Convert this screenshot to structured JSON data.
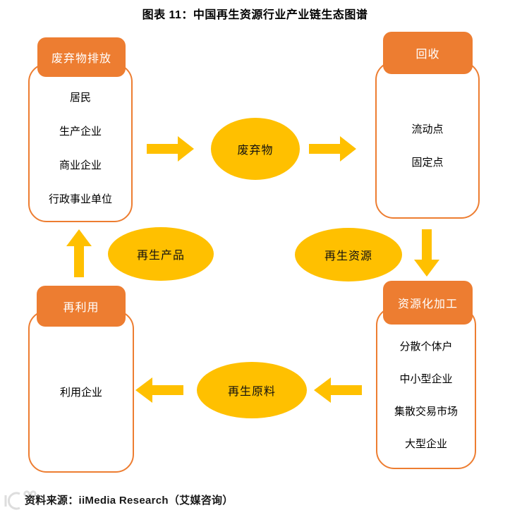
{
  "title": "图表 11：中国再生资源行业产业链生态图谱",
  "footer": "资料来源：iiMedia Research（艾媒咨询）",
  "colors": {
    "accent_orange": "#ED7D31",
    "accent_gold": "#FFC000"
  },
  "boxes": {
    "waste_discharge": {
      "header": "废弃物排放",
      "items": [
        "居民",
        "生产企业",
        "商业企业",
        "行政事业单位"
      ]
    },
    "recycling": {
      "header": "回收",
      "items": [
        "流动点",
        "固定点"
      ]
    },
    "reuse": {
      "header": "再利用",
      "items": [
        "利用企业"
      ]
    },
    "processing": {
      "header": "资源化加工",
      "items": [
        "分散个体户",
        "中小型企业",
        "集散交易市场",
        "大型企业"
      ]
    }
  },
  "ellipses": {
    "waste": "废弃物",
    "recycled_products": "再生产品",
    "recycled_resources": "再生资源",
    "recycled_materials": "再生原料"
  }
}
